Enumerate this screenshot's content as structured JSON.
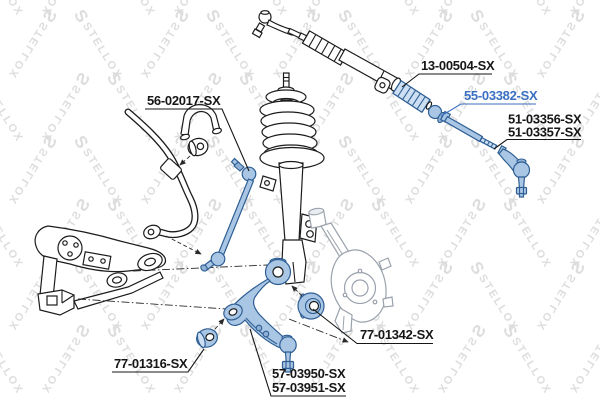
{
  "diagram_type": "suspension-parts-diagram",
  "brand": "STELLOX",
  "watermark": {
    "logo": "S",
    "text": "STELLOX",
    "color": "#dcdcdc"
  },
  "colors": {
    "highlight_text": "#3a70c2",
    "part_fill": "#a9c6e4",
    "part_fill_light": "#cddff2",
    "part_stroke": "#2e5e94",
    "drawing_line": "#1c1c1c",
    "knuckle_gray": "#9aa2ac"
  },
  "labels": [
    {
      "id": "steering-boot",
      "text": "13-00504-SX",
      "highlighted": false
    },
    {
      "id": "axial-joint",
      "text": "55-03382-SX",
      "highlighted": true
    },
    {
      "id": "tie-rod-end-a",
      "text": "51-03356-SX",
      "highlighted": false
    },
    {
      "id": "tie-rod-end-b",
      "text": "51-03357-SX",
      "highlighted": false
    },
    {
      "id": "stabilizer-link",
      "text": "56-02017-SX",
      "highlighted": false
    },
    {
      "id": "arm-bushing-rear",
      "text": "77-01342-SX",
      "highlighted": false
    },
    {
      "id": "arm-bushing-front",
      "text": "77-01316-SX",
      "highlighted": false
    },
    {
      "id": "control-arm-a",
      "text": "57-03950-SX",
      "highlighted": false
    },
    {
      "id": "control-arm-b",
      "text": "57-03951-SX",
      "highlighted": false
    }
  ]
}
